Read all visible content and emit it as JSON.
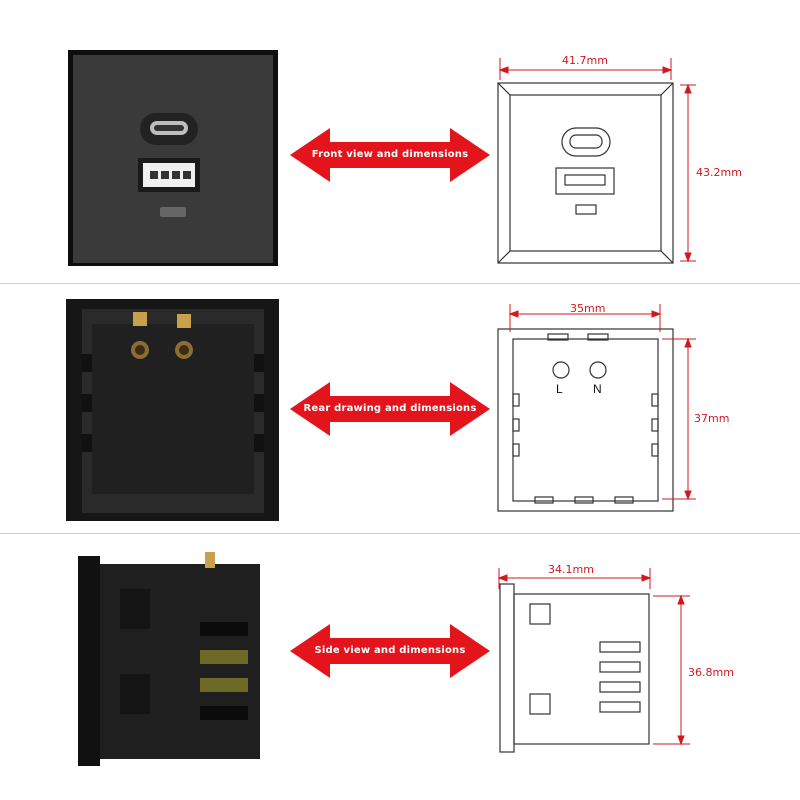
{
  "sections": [
    {
      "label": "Front view and dimensions",
      "width_dim": "41.7mm",
      "height_dim": "43.2mm"
    },
    {
      "label": "Rear drawing and dimensions",
      "width_dim": "35mm",
      "height_dim": "37mm",
      "terminals": [
        "L",
        "N"
      ]
    },
    {
      "label": "Side view and dimensions",
      "width_dim": "34.1mm",
      "height_dim": "36.8mm"
    }
  ],
  "colors": {
    "arrow": "#e3141b",
    "dimension": "#d0191f",
    "product": "#1c1c1c",
    "outline": "#333333"
  },
  "icons": [
    "double-arrow-icon",
    "usb-c-port-icon",
    "usb-a-port-icon",
    "led-indicator-icon"
  ]
}
